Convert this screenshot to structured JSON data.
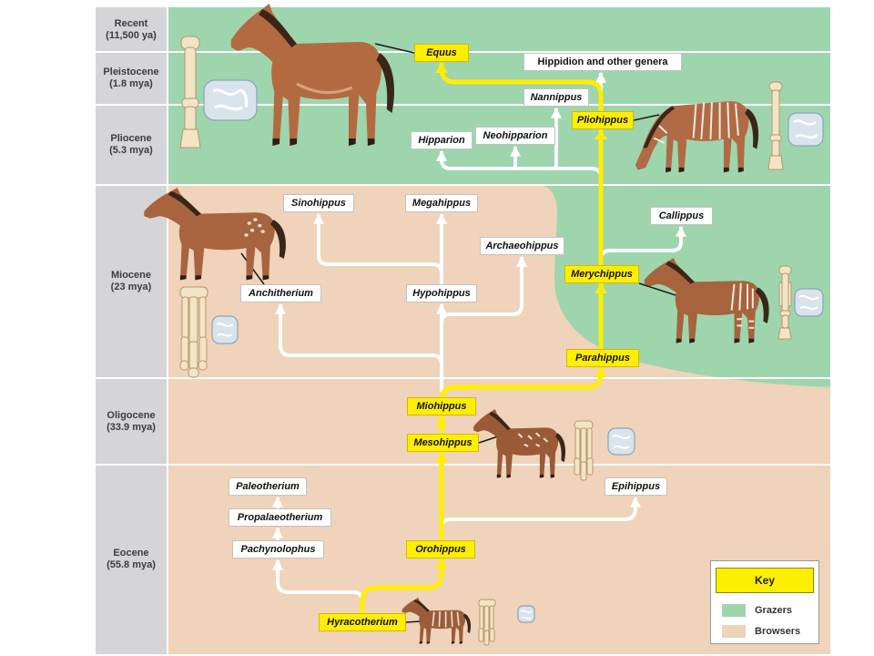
{
  "epochs": [
    {
      "name": "Recent",
      "age": "(11,500 ya)"
    },
    {
      "name": "Pleistocene",
      "age": "(1.8 mya)"
    },
    {
      "name": "Pliocene",
      "age": "(5.3 mya)"
    },
    {
      "name": "Miocene",
      "age": "(23 mya)"
    },
    {
      "name": "Oligocene",
      "age": "(33.9 mya)"
    },
    {
      "name": "Eocene",
      "age": "(55.8 mya)"
    }
  ],
  "genera": {
    "main_lineage": [
      "Equus",
      "Pliohippus",
      "Merychippus",
      "Parahippus",
      "Miohippus",
      "Mesohippus",
      "Orohippus",
      "Hyracotherium"
    ],
    "side_branches": [
      "Hippidion and other genera",
      "Nannippus",
      "Hipparion",
      "Neohipparion",
      "Sinohippus",
      "Megahippus",
      "Callippus",
      "Archaeohippus",
      "Anchitherium",
      "Hypohippus",
      "Paleotherium",
      "Epihippus",
      "Propalaeotherium",
      "Pachynolophus"
    ]
  },
  "key": {
    "title": "Key",
    "items": [
      {
        "label": "Grazers",
        "color": "#9ed5ad"
      },
      {
        "label": "Browsers",
        "color": "#efd3ba"
      }
    ]
  },
  "colors": {
    "main_lineage": "#ffee00",
    "side_branch": "#ffffff",
    "epoch_column": "#d5d5d8",
    "horse_body": "#b0673f",
    "mane": "#3a2619"
  },
  "illustrations": [
    "equus-horse",
    "equus-foot-bones",
    "equus-tooth",
    "pliohippus-horse",
    "pliohippus-foot-bones",
    "pliohippus-tooth",
    "anchitherium-horse",
    "anchitherium-foot-bones",
    "anchitherium-tooth",
    "merychippus-horse",
    "merychippus-foot-bones",
    "merychippus-tooth",
    "mesohippus-horse",
    "mesohippus-foot-bones",
    "mesohippus-tooth",
    "hyracotherium-horse",
    "hyracotherium-foot-bones",
    "hyracotherium-tooth"
  ]
}
